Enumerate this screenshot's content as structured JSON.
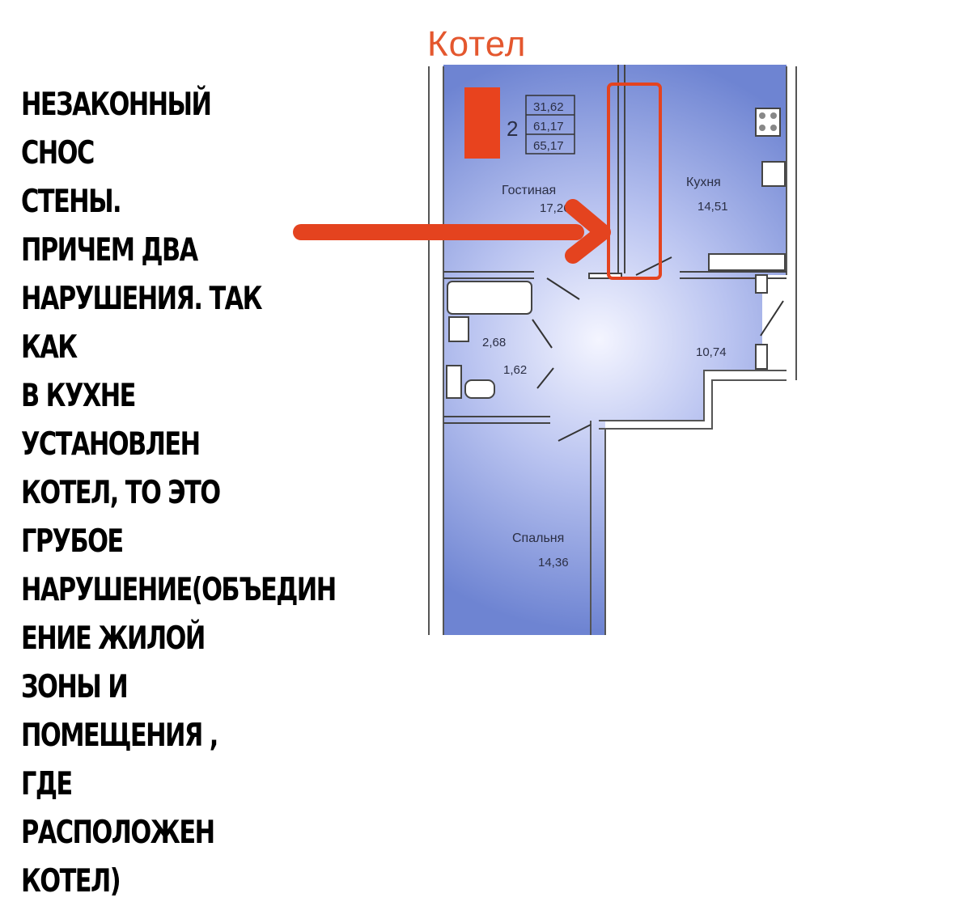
{
  "annotation": {
    "title": "Котел",
    "description": "НЕЗАКОННЫЙ СНОС\nСТЕНЫ.\n ПРИЧЕМ ДВА\nНАРУШЕНИЯ. ТАК КАК\nВ КУХНЕ УСТАНОВЛЕН\nКОТЕЛ, ТО ЭТО ГРУБОЕ\nНАРУШЕНИЕ(ОБЪЕДИН\nЕНИЕ ЖИЛОЙ ЗОНЫ И\nПОМЕЩЕНИЯ , ГДЕ\nРАСПОЛОЖЕН КОТЕЛ)"
  },
  "plan": {
    "rooms_count": "2",
    "areas": [
      "31,62",
      "61,17",
      "65,17"
    ],
    "rooms": [
      {
        "name": "Гостиная",
        "area": "17,26"
      },
      {
        "name": "Кухня",
        "area": "14,51"
      },
      {
        "name": "",
        "area": "2,68"
      },
      {
        "name": "",
        "area": "1,62"
      },
      {
        "name": "",
        "area": "10,74"
      },
      {
        "name": "Спальня",
        "area": "14,36"
      }
    ]
  },
  "colors": {
    "accent": "#e4431f",
    "plan_blue": "#7b8fd6",
    "plan_light": "#f2f3ff"
  }
}
